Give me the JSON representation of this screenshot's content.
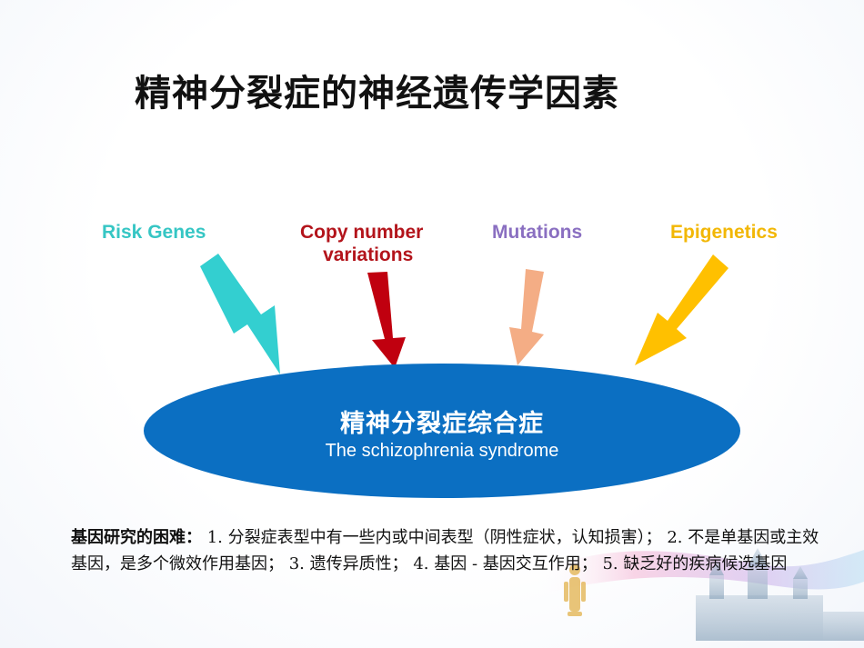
{
  "title": "精神分裂症的神经遗传学因素",
  "factors": [
    {
      "label": "Risk Genes",
      "color": "#36c6c4"
    },
    {
      "label_line1": "Copy number",
      "label_line2": "variations",
      "color": "#b3141b"
    },
    {
      "label": "Mutations",
      "color": "#8a6fc1"
    },
    {
      "label": "Epigenetics",
      "color": "#f2b705"
    }
  ],
  "arrow_colors": {
    "risk": "#33cfd0",
    "cnv": "#c0000f",
    "mutations": "#f4ad85",
    "epigenetics": "#ffc000"
  },
  "syndrome": {
    "zh": "精神分裂症综合症",
    "en": "The schizophrenia syndrome",
    "color": "#0b6fc2"
  },
  "notes": {
    "label": "基因研究的困难：",
    "text": " 1. 分裂症表型中有一些内或中间表型（阴性症状，认知损害）； 2. 不是单基因或主效基因，是多个微效作用基因； 3. 遗传异质性； 4. 基因 - 基因交互作用； 5. 缺乏好的疾病候选基因"
  }
}
